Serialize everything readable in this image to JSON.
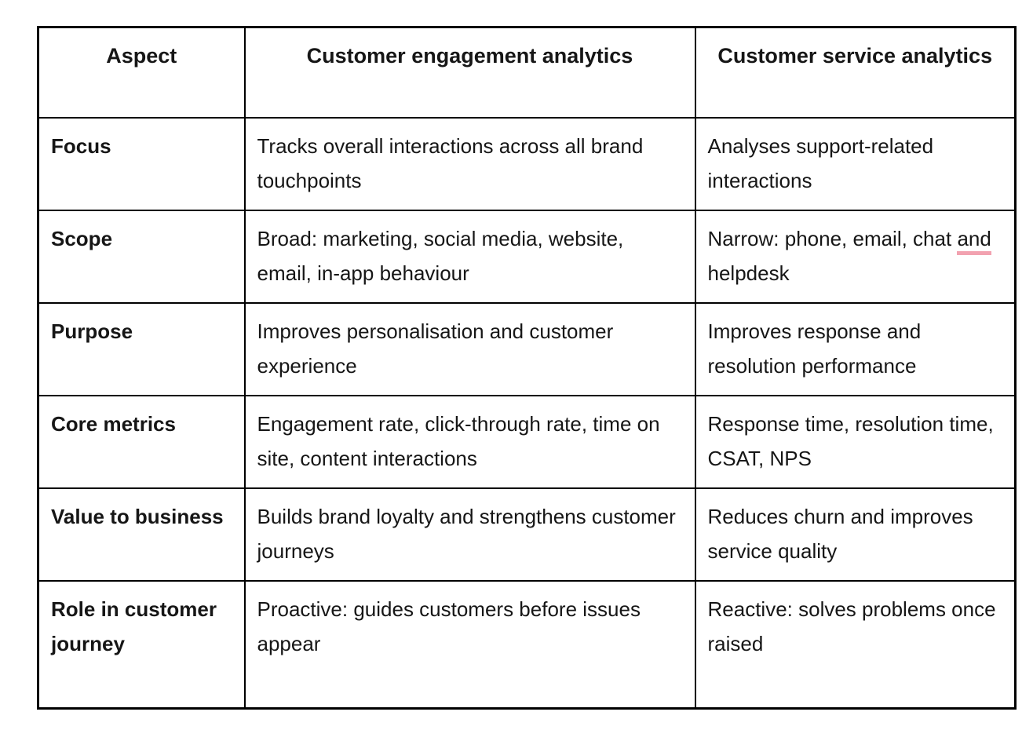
{
  "colors": {
    "background": "#ffffff",
    "border": "#000000",
    "text": "#161616",
    "grammar_underline": "#f2a2b0"
  },
  "table": {
    "header": {
      "aspect": "Aspect",
      "engagement": "Customer engagement analytics",
      "service": "Customer service analytics"
    },
    "rows": [
      {
        "aspect": "Focus",
        "engagement": "Tracks overall interactions across all brand touchpoints",
        "service": "Analyses support-related interactions"
      },
      {
        "aspect": "Scope",
        "engagement": "Broad: marketing, social media, website, email, in-app behaviour",
        "service_before": "Narrow: phone, email, chat ",
        "service_underlined": "and",
        "service_after": " helpdesk"
      },
      {
        "aspect": "Purpose",
        "engagement": "Improves personalisation and customer experience",
        "service": "Improves response and resolution performance"
      },
      {
        "aspect": "Core metrics",
        "engagement": "Engagement rate, click-through rate, time on site, content interactions",
        "service": "Response time, resolution time, CSAT, NPS"
      },
      {
        "aspect": "Value to business",
        "engagement": "Builds brand loyalty and strengthens customer journeys",
        "service": "Reduces churn and improves service quality"
      },
      {
        "aspect": "Role in customer journey",
        "engagement": "Proactive: guides customers before issues appear",
        "service": "Reactive: solves problems once raised"
      }
    ]
  }
}
